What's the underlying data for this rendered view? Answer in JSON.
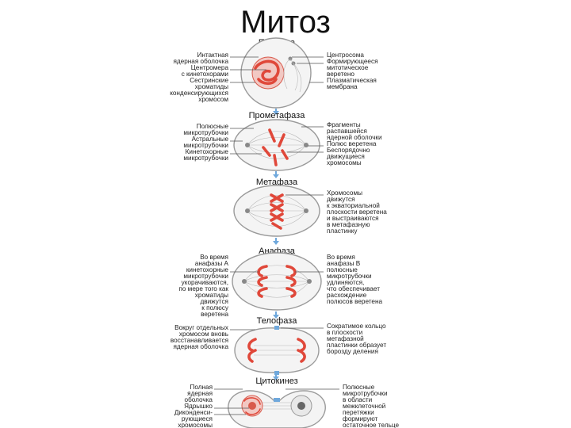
{
  "title": "Митоз",
  "colors": {
    "chromosome": "#e0483a",
    "cell": "#9a9a9a",
    "arrow": "#6fa8dc"
  },
  "stages": [
    {
      "name": "Профаза",
      "left": [
        "Интактная ядерная оболочка",
        "Центромера с кинетохорами",
        "Сестринские хроматиды конденсирующихся хромосом"
      ],
      "right": [
        "Центросома",
        "Формирующееся митотическое веретено",
        "Плазматическая мембрана"
      ]
    },
    {
      "name": "Прометафаза",
      "left": [
        "Полюсные микротрубочки",
        "Астральные микротрубочки",
        "Кинетохорные микротрубочки"
      ],
      "right": [
        "Фрагменты распавшейся ядерной оболочки",
        "Полюс веретена",
        "Беспорядочно движущиеся хромосомы"
      ]
    },
    {
      "name": "Метафаза",
      "left": [],
      "right": [
        "Хромосомы движутся к экваториальной плоскости веретена и выстраиваются в метафазную пластинку"
      ]
    },
    {
      "name": "Анафаза",
      "left": [
        "Во время анафазы А кинетохорные микротрубочки укорачиваются, по мере того как хроматиды движутся к полюсу веретена"
      ],
      "right": [
        "Во время анафазы В полюсные микротрубочки удлиняются, что обеспечивает расхождение полюсов веретена"
      ]
    },
    {
      "name": "Телофаза",
      "left": [
        "Вокруг отдельных хромосом вновь восстанавливается ядерная оболочка"
      ],
      "right": [
        "Сократимое кольцо в плоскости метафазной пластинки образует борозду деления"
      ]
    },
    {
      "name": "Цитокинез",
      "left": [
        "Полная ядерная оболочка",
        "Ядрышко",
        "Диконденсирующиеся хромосомы"
      ],
      "right": [
        "Полюсные микротрубочки в области межклеточной перетяжки формируют остаточное тельце"
      ]
    }
  ]
}
